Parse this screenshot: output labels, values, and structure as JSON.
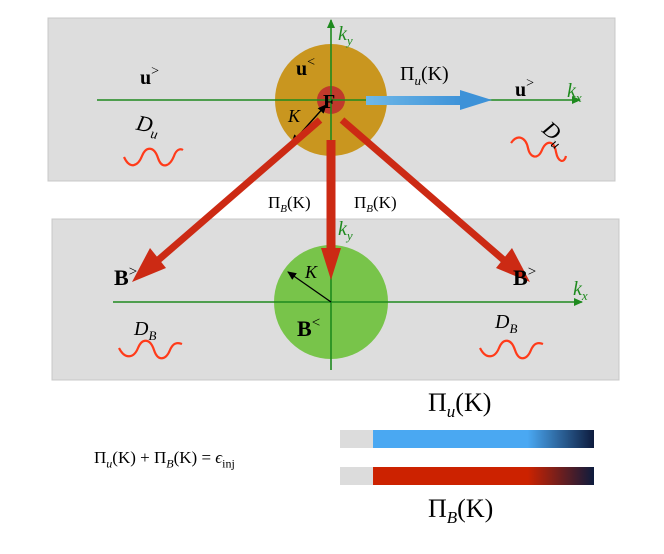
{
  "panels": {
    "top": {
      "color": "#dddddd",
      "axis_x_label": "k",
      "axis_x_sub": "x",
      "axis_y_label": "k",
      "axis_y_sub": "y",
      "left_field": "u",
      "left_sup": ">",
      "right_field": "u",
      "right_sup": ">",
      "inner_field": "u",
      "inner_sup": "<",
      "forcing": "F",
      "radius": "K",
      "dissipation_left": "D",
      "dissipation_left_sub": "u",
      "dissipation_right": "D",
      "dissipation_right_sub": "u",
      "flux": "Π",
      "flux_sub": "u",
      "flux_arg": "(K)",
      "disk_color": "#c9961f",
      "core_color": "#c0392b",
      "flux_arrow_color": "#4aa3df"
    },
    "bottom": {
      "color": "#dddddd",
      "axis_x_label": "k",
      "axis_x_sub": "x",
      "axis_y_label": "k",
      "axis_y_sub": "y",
      "left_field": "B",
      "left_sup": ">",
      "right_field": "B",
      "right_sup": ">",
      "inner_field": "B",
      "inner_sup": "<",
      "radius": "K",
      "dissipation_left": "D",
      "dissipation_left_sub": "B",
      "dissipation_right": "D",
      "dissipation_right_sub": "B",
      "disk_color": "#78c44a"
    }
  },
  "transfer_arrows": {
    "color": "#cc2a14",
    "left_label": "Π",
    "left_sub": "B",
    "left_arg": "(K)",
    "right_label": "Π",
    "right_sub": "B",
    "right_arg": "(K)"
  },
  "energy_bars": {
    "u_label": "Π",
    "u_sub": "u",
    "u_arg": "(K)",
    "b_label": "Π",
    "b_sub": "B",
    "b_arg": "(K)",
    "u_fraction": 0.13,
    "b_fraction": 0.13,
    "u_color": "#4aa8f2",
    "b_color": "#cc2200",
    "end_color": "#0d1b3d",
    "empty_color": "#dcdcdc"
  },
  "equation": {
    "pi1": "Π",
    "sub1": "u",
    "arg1": "(K) + ",
    "pi2": "Π",
    "sub2": "B",
    "arg2": "(K) = ",
    "eps": "ϵ",
    "eps_sub": "inj"
  }
}
